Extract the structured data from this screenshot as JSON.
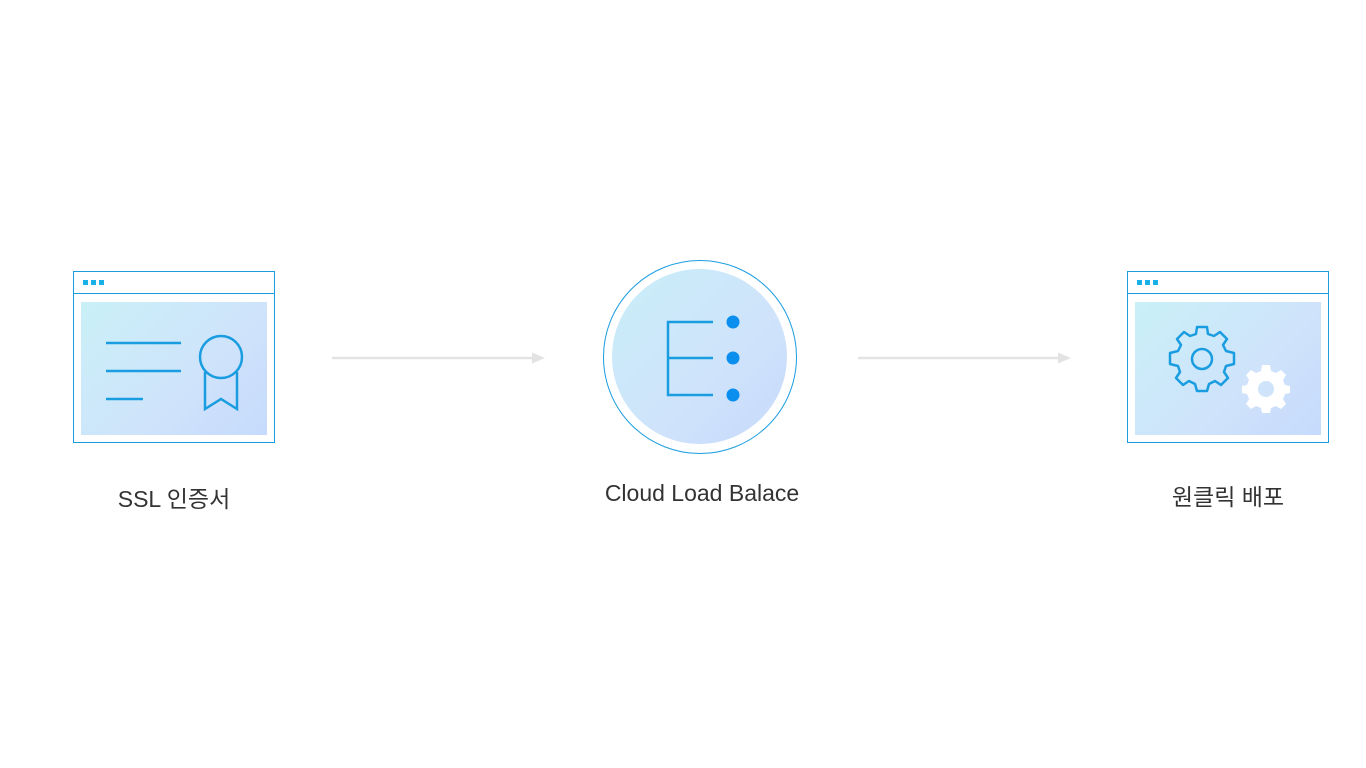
{
  "nodes": {
    "ssl": {
      "label": "SSL 인증서",
      "icon": "certificate-icon"
    },
    "load_balancer": {
      "label": "Cloud Load Balace",
      "icon": "load-balancer-icon"
    },
    "deploy": {
      "label": "원클릭 배포",
      "icon": "gears-icon"
    }
  },
  "colors": {
    "accent": "#1a9de0",
    "dot": "#0a8fef",
    "arrow": "#e3e3e3",
    "text": "#333333",
    "pane_gradient_start": "#c9f0f7",
    "pane_gradient_end": "#c6dafc"
  }
}
